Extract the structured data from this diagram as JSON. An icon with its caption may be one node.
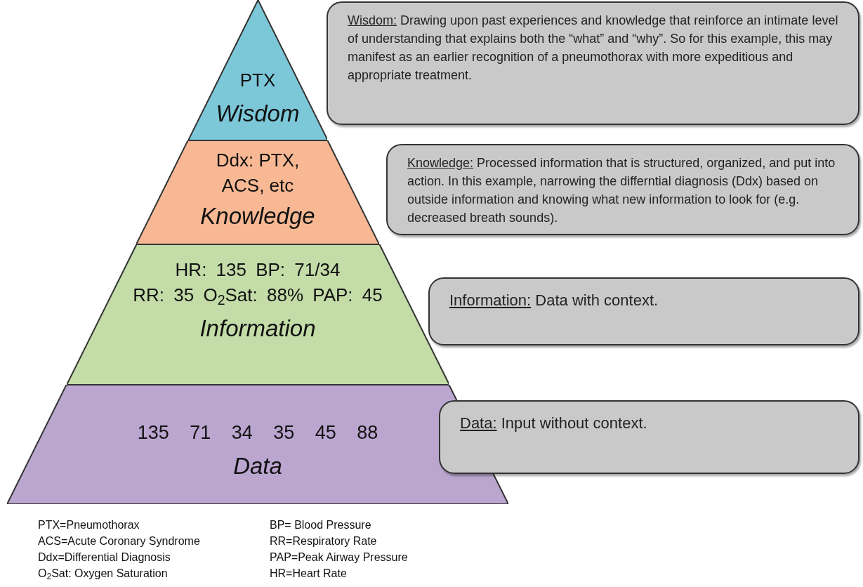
{
  "diagram": {
    "nodes": [
      {
        "text": [
          "PTX",
          "Wisdom"
        ]
      },
      {
        "text": [
          "Ddx: PTX, ACS, etc",
          "Knowledge"
        ]
      },
      {
        "text": [
          "HR: 135 BP: 71/34",
          "RR: 35 O$_{2}$Sat: 88% PAP: 45",
          "Information"
        ]
      },
      {
        "text": [
          "135 71 34 35 45 88",
          "Data"
        ]
      },
      {
        "text": [
          "Wisdom:",
          "Drawing upon past experiences and knowledge that reinforce an intimate level of understanding that explains both the “what” and “why”. So for this example, this may manifest as an earlier recognition of a pneumothorax with more expeditious and appropriate treatment."
        ]
      },
      {
        "text": [
          "Knowledge:",
          "Processed information that is structured, organized, and put into action. In this example, narrowing the differntial diagnosis (Ddx) based on outside information and knowing what new information to look for (e.g. decreased breath sounds)."
        ]
      },
      {
        "text": [
          "Information:",
          "Data with context."
        ]
      },
      {
        "text": [
          "Data:",
          "Input without context."
        ]
      }
    ],
    "labels": [
      "PTX=Pneumothorax",
      "BP= Blood Pressure",
      "ACS=Acute Coronary Syndrome",
      "RR=Respiratory Rate",
      "Ddx=Differential Diagnosis",
      "PAP=Peak Airway Pressure",
      "O$_{2}$Sat: Oxygen Saturation",
      "HR=Heart Rate"
    ]
  }
}
